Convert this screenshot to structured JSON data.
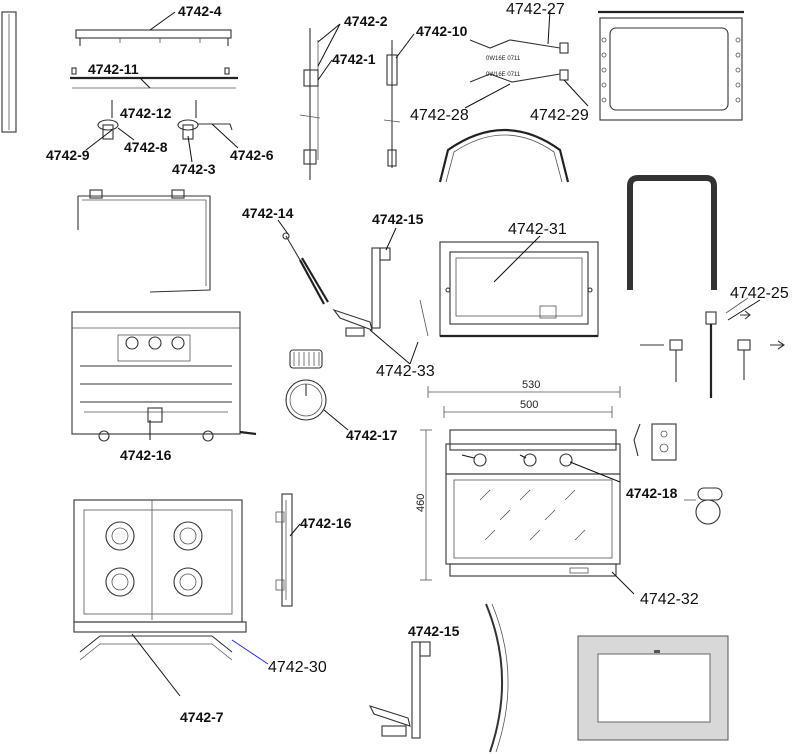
{
  "diagram": {
    "labels": {
      "l4742_4": "4742-4",
      "l4742_11": "4742-11",
      "l4742_12": "4742-12",
      "l4742_9": "4742-9",
      "l4742_8": "4742-8",
      "l4742_3": "4742-3",
      "l4742_6": "4742-6",
      "l4742_2": "4742-2",
      "l4742_1": "4742-1",
      "l4742_10": "4742-10",
      "l4742_27": "4742-27",
      "l4742_28": "4742-28",
      "l4742_29": "4742-29",
      "l4742_14": "4742-14",
      "l4742_15a": "4742-15",
      "l4742_31": "4742-31",
      "l4742_25": "4742-25",
      "l4742_33": "4742-33",
      "l4742_16a": "4742-16",
      "l4742_17": "4742-17",
      "l4742_18": "4742-18",
      "l4742_16b": "4742-16",
      "l4742_32": "4742-32",
      "l4742_30": "4742-30",
      "l4742_7": "4742-7",
      "l4742_15b": "4742-15"
    },
    "dimensions": {
      "width_outer": "530",
      "width_inner": "500",
      "height": "460"
    }
  }
}
